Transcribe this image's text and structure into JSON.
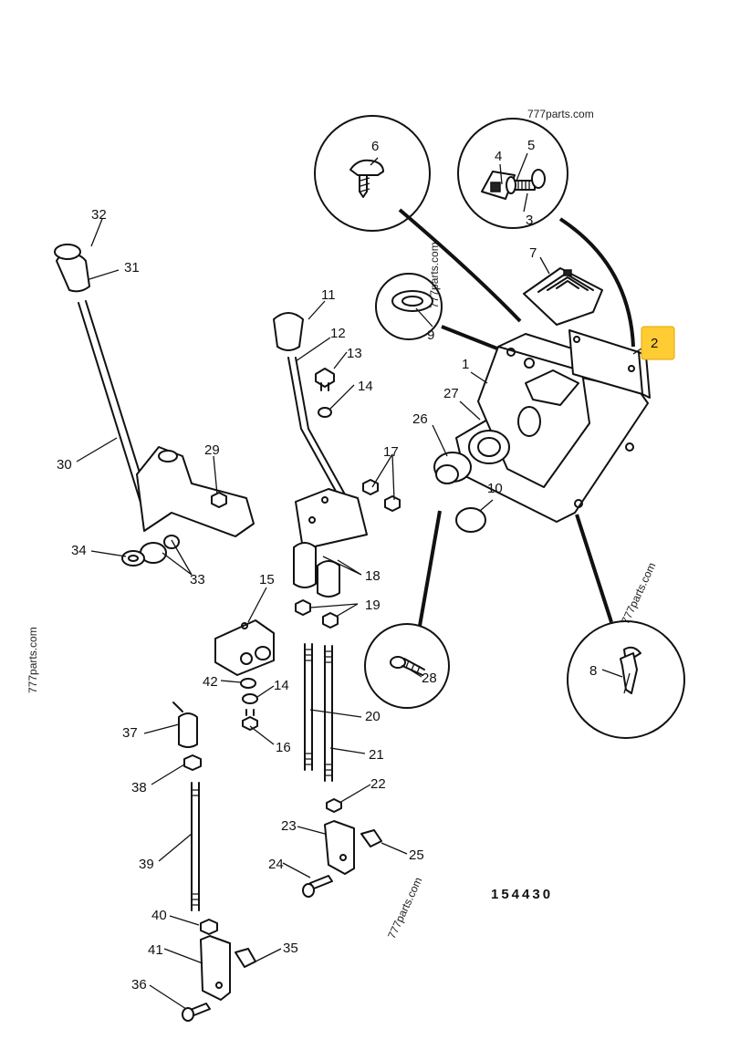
{
  "watermark": "777parts.com",
  "drawing_number": "154430",
  "highlighted_callout": "2",
  "highlight_color": "#ffcc33",
  "callouts": [
    "1",
    "2",
    "3",
    "4",
    "5",
    "6",
    "7",
    "8",
    "9",
    "10",
    "11",
    "12",
    "13",
    "14",
    "14",
    "15",
    "16",
    "17",
    "18",
    "19",
    "20",
    "21",
    "22",
    "23",
    "24",
    "25",
    "26",
    "27",
    "28",
    "29",
    "30",
    "31",
    "32",
    "33",
    "34",
    "35",
    "36",
    "37",
    "38",
    "39",
    "40",
    "41",
    "42"
  ]
}
